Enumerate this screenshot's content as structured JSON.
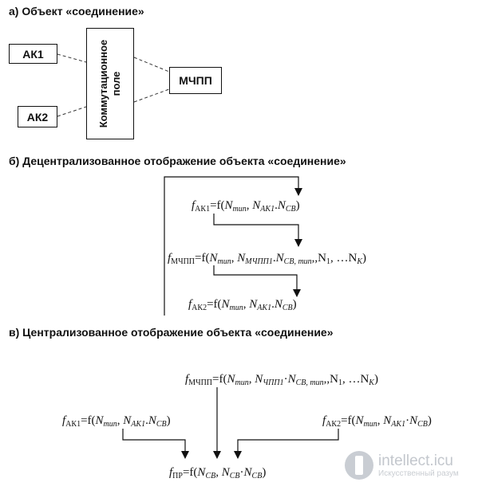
{
  "headings": {
    "a": "а) Объект «соединение»",
    "b": "б) Децентрализованное отображение объекта «соединение»",
    "c": "в) Централизованное отображение объекта «соединение»"
  },
  "section_a": {
    "box_ak1": "АК1",
    "box_ak2": "АК2",
    "box_switch": "Коммутационное поле",
    "box_mchpp": "МЧПП"
  },
  "section_b": {
    "f_ak1": {
      "f": "f",
      "sub": "АК1",
      "eq": "=f(",
      "n1": "N",
      "n1s": "mun",
      "sep": ",  ",
      "n2": "N",
      "n2s": "AK1",
      "dot": ".",
      "n3": "N",
      "n3s": "CB",
      "close": ")"
    },
    "f_mchpp": {
      "f": "f",
      "sub": "МЧПП",
      "eq": "=f(",
      "n1": "N",
      "n1s": "mun",
      "sep": ",  ",
      "n2": "N",
      "n2s": "МЧПП1",
      "dot": ".",
      "n3": "N",
      "n3s": "CB, mun",
      "tail": ",,N",
      "ts": "1",
      "ell": ", …N",
      "es": "K",
      "close": ")"
    },
    "f_ak2": {
      "f": "f",
      "sub": "АК2",
      "eq": "=f(",
      "n1": "N",
      "n1s": "mun",
      "sep": ",  ",
      "n2": "N",
      "n2s": "AK1",
      "dot": ".",
      "n3": "N",
      "n3s": "CB",
      "close": ")"
    }
  },
  "section_c": {
    "f_mchpp": {
      "f": "f",
      "sub": "МЧПП",
      "eq": "=f(",
      "n1": "N",
      "n1s": "mun",
      "sep": ",  ",
      "n2": "N",
      "n2s": "ЧПП1",
      "dot": "·",
      "n3": "N",
      "n3s": "CB, mun",
      "tail": ",,N",
      "ts": "1",
      "ell": ", …N",
      "es": "K",
      "close": ")"
    },
    "f_ak1": {
      "f": "f",
      "sub": "АК1",
      "eq": "=f(",
      "n1": "N",
      "n1s": "mun",
      "sep": ",  ",
      "n2": "N",
      "n2s": "AK1",
      "dot": ".",
      "n3": "N",
      "n3s": "CB",
      "close": ")"
    },
    "f_ak2": {
      "f": "f",
      "sub": "АК2",
      "eq": "=f(",
      "n1": "N",
      "n1s": "mun",
      "sep": ",  ",
      "n2": "N",
      "n2s": "AK1",
      "dot": "·",
      "n3": "N",
      "n3s": "CB",
      "close": ")"
    },
    "f_pr": {
      "f": "f",
      "sub": "ПР",
      "eq": "=f(",
      "n1": "N",
      "n1s": "CB",
      "sep": ", ",
      "n2": "N",
      "n2s": "CB",
      "dot": "·",
      "n3": "N",
      "n3s": "CB",
      "close": ")"
    }
  },
  "watermark": {
    "title": "intellect.icu",
    "subtitle": "Искусственный разум",
    "color": "#c3c7cd"
  }
}
